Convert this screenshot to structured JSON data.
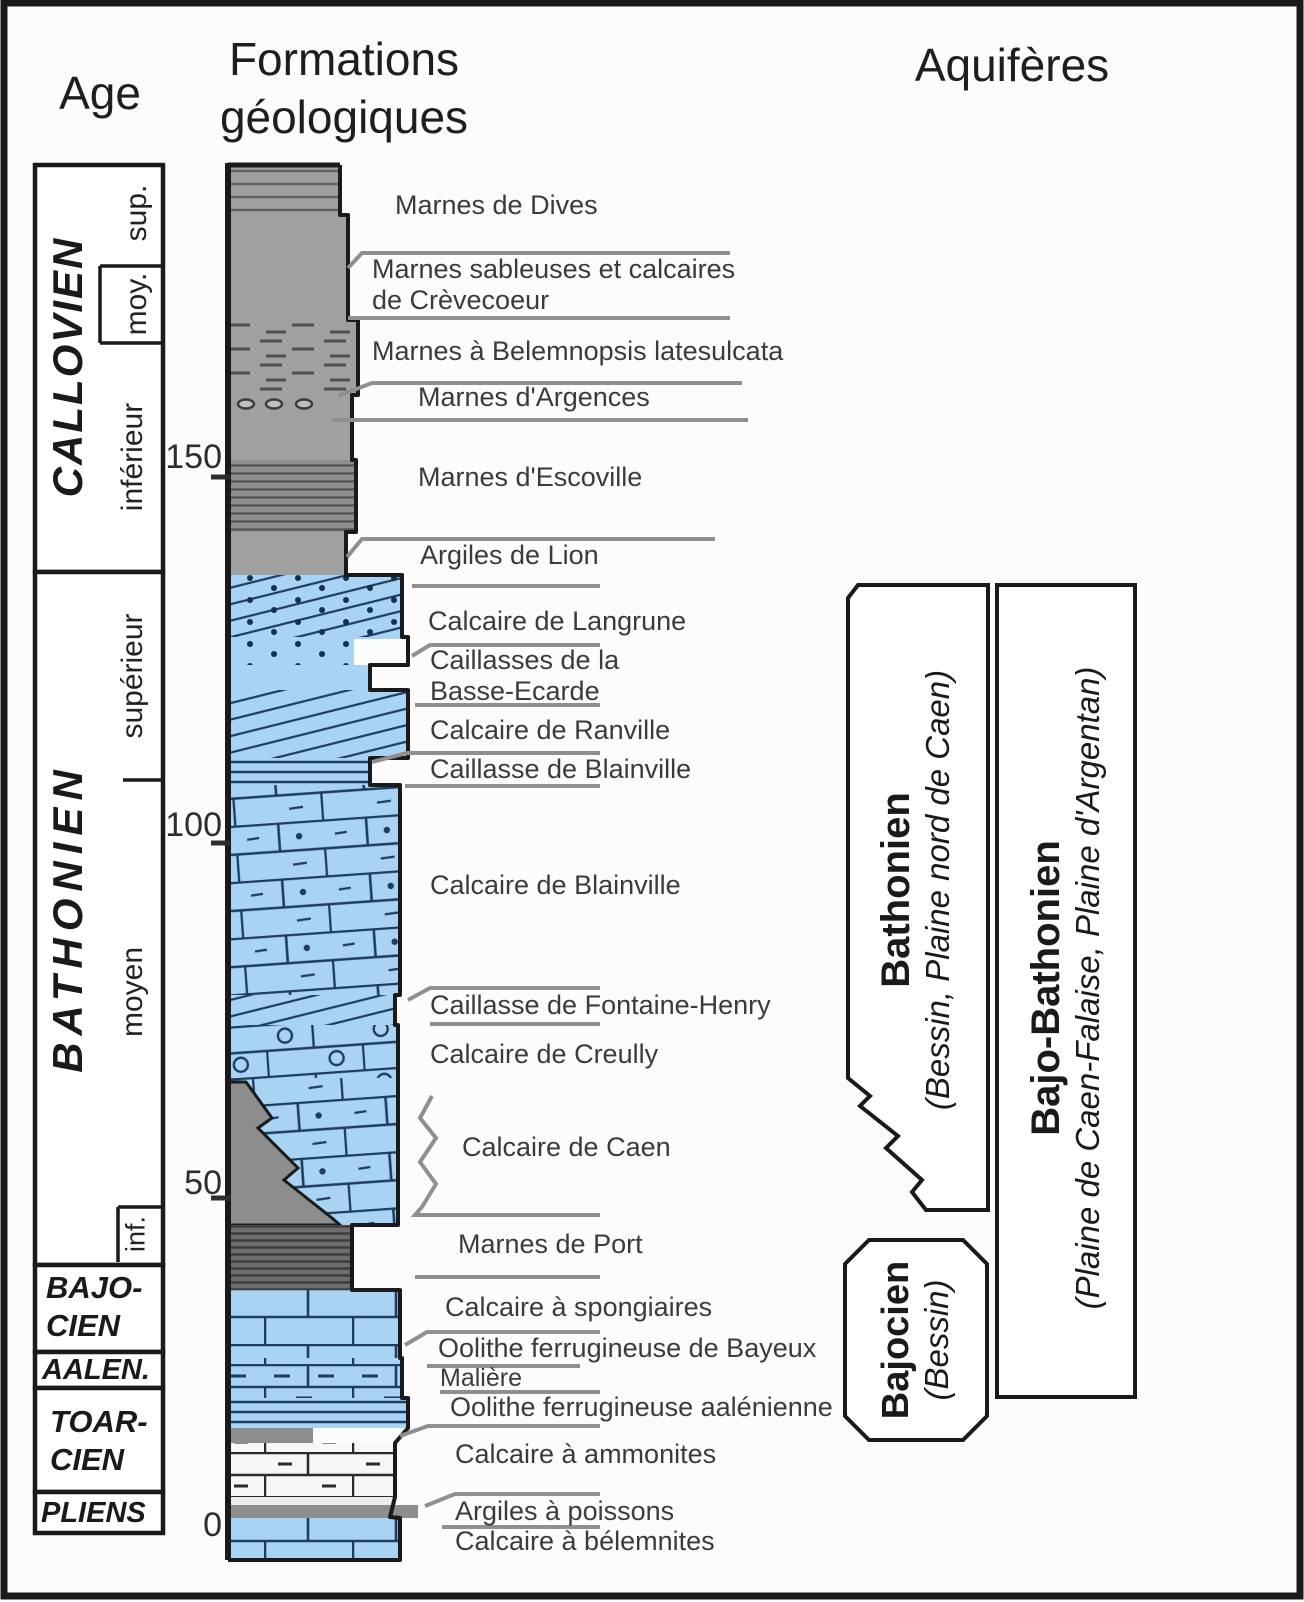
{
  "header": {
    "age_title": "Age",
    "formations_title_line1": "Formations",
    "formations_title_line2": "géologiques",
    "aquiferes_title": "Aquifères"
  },
  "age_column": {
    "callovien": "CALLOVIEN",
    "callovien_sup": "sup.",
    "callovien_moy": "moy.",
    "callovien_inf": "inférieur",
    "bathonien": "BATHONIEN",
    "bathonien_sup": "supérieur",
    "bathonien_moy": "moyen",
    "bathonien_inf": "inf.",
    "bajocien_line1": "BAJO-",
    "bajocien_line2": "CIEN",
    "aalenien": "AALEN.",
    "toarcien_line1": "TOAR-",
    "toarcien_line2": "CIEN",
    "pliensbachien": "PLIENS"
  },
  "scale": {
    "t150": "150",
    "t100": "100",
    "t50": "50",
    "t0": "0"
  },
  "formations": {
    "labels": [
      "Marnes de Dives",
      "Marnes sableuses et calcaires",
      "de Crèvecoeur",
      "Marnes à Belemnopsis latesulcata",
      "Marnes d'Argences",
      "Marnes d'Escoville",
      "Argiles de Lion",
      "Calcaire de Langrune",
      "Caillasses de la",
      "Basse-Ecarde",
      "Calcaire de Ranville",
      "Caillasse de Blainville",
      "Calcaire de Blainville",
      "Caillasse de Fontaine-Henry",
      "Calcaire de Creully",
      "Calcaire de Caen",
      "Marnes de Port",
      "Calcaire à spongiaires",
      "Oolithe ferrugineuse de Bayeux",
      "Malière",
      "Oolithe ferrugineuse aalénienne",
      "Calcaire à ammonites",
      "Argiles à poissons",
      "Calcaire à bélemnites"
    ]
  },
  "aquifers": {
    "bathonien": {
      "name": "Bathonien",
      "detail": "(Bessin, Plaine nord de Caen)"
    },
    "bajo_bathonien": {
      "name": "Bajo-Bathonien",
      "detail": "(Plaine de Caen-Falaise, Plaine d'Argentan)"
    },
    "bajocien": {
      "name": "Bajocien",
      "detail": "(Bessin)"
    }
  },
  "palette": {
    "marl_gray": "#a0a0a0",
    "marl_gray_dark": "#8d8d8d",
    "port_marl_gray": "#6e6e6e",
    "limestone_blue": "#a9d3f2",
    "line_navy": "#1c3c60",
    "outline_black": "#1a1a1a",
    "label_gray": "#3b3b3b",
    "rule_gray": "#8f8f8f"
  }
}
